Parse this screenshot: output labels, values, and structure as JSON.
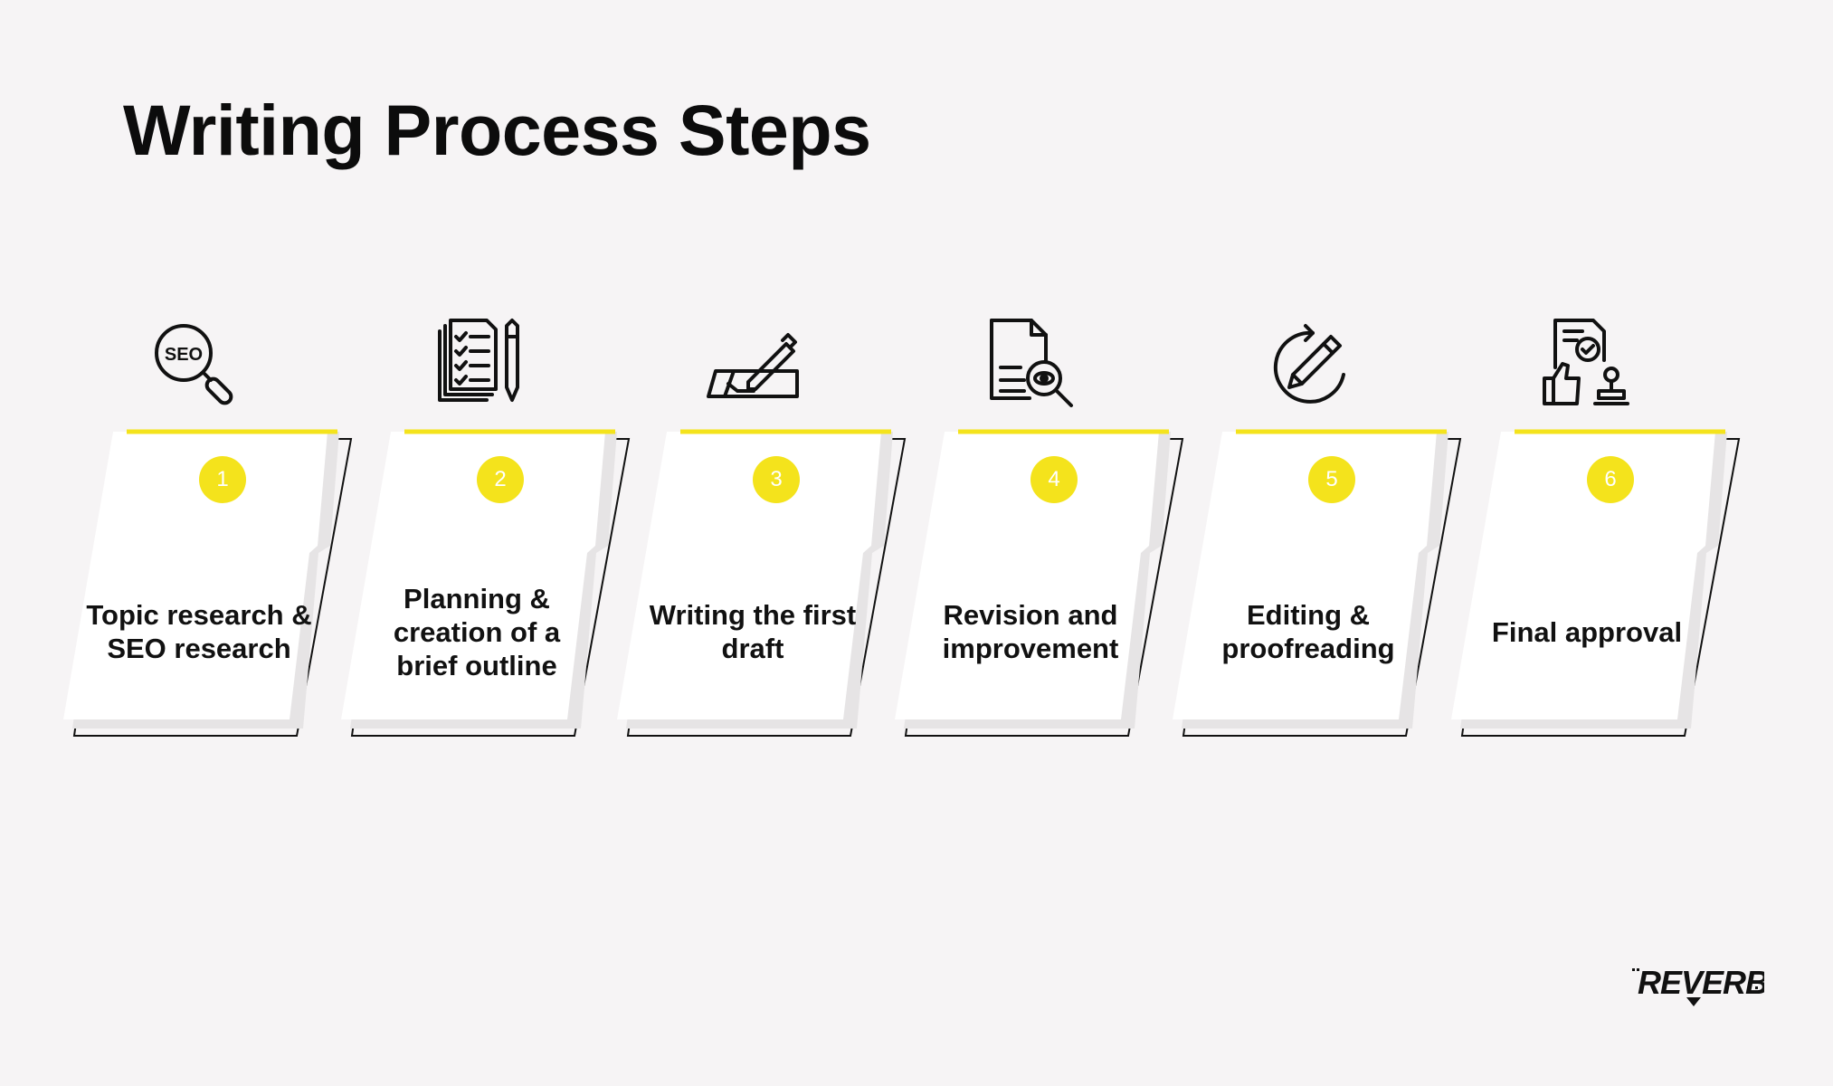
{
  "title": "Writing Process Steps",
  "colors": {
    "accent": "#f4e31c",
    "background": "#f6f4f5",
    "card": "#ffffff",
    "text": "#111111"
  },
  "steps": [
    {
      "number": "1",
      "label": "Topic research & SEO research",
      "icon": "seo-magnifier-icon",
      "icon_text": "SEO"
    },
    {
      "number": "2",
      "label": "Planning & creation of a brief outline",
      "icon": "checklist-pen-icon"
    },
    {
      "number": "3",
      "label": "Writing the first draft",
      "icon": "writing-hand-pen-icon"
    },
    {
      "number": "4",
      "label": "Revision and improvement",
      "icon": "document-review-icon"
    },
    {
      "number": "5",
      "label": "Editing & proofreading",
      "icon": "edit-refresh-icon"
    },
    {
      "number": "6",
      "label": "Final approval",
      "icon": "approval-stamp-icon"
    }
  ],
  "logo": {
    "text": "REVERB",
    "icon": "reverb-logo"
  }
}
